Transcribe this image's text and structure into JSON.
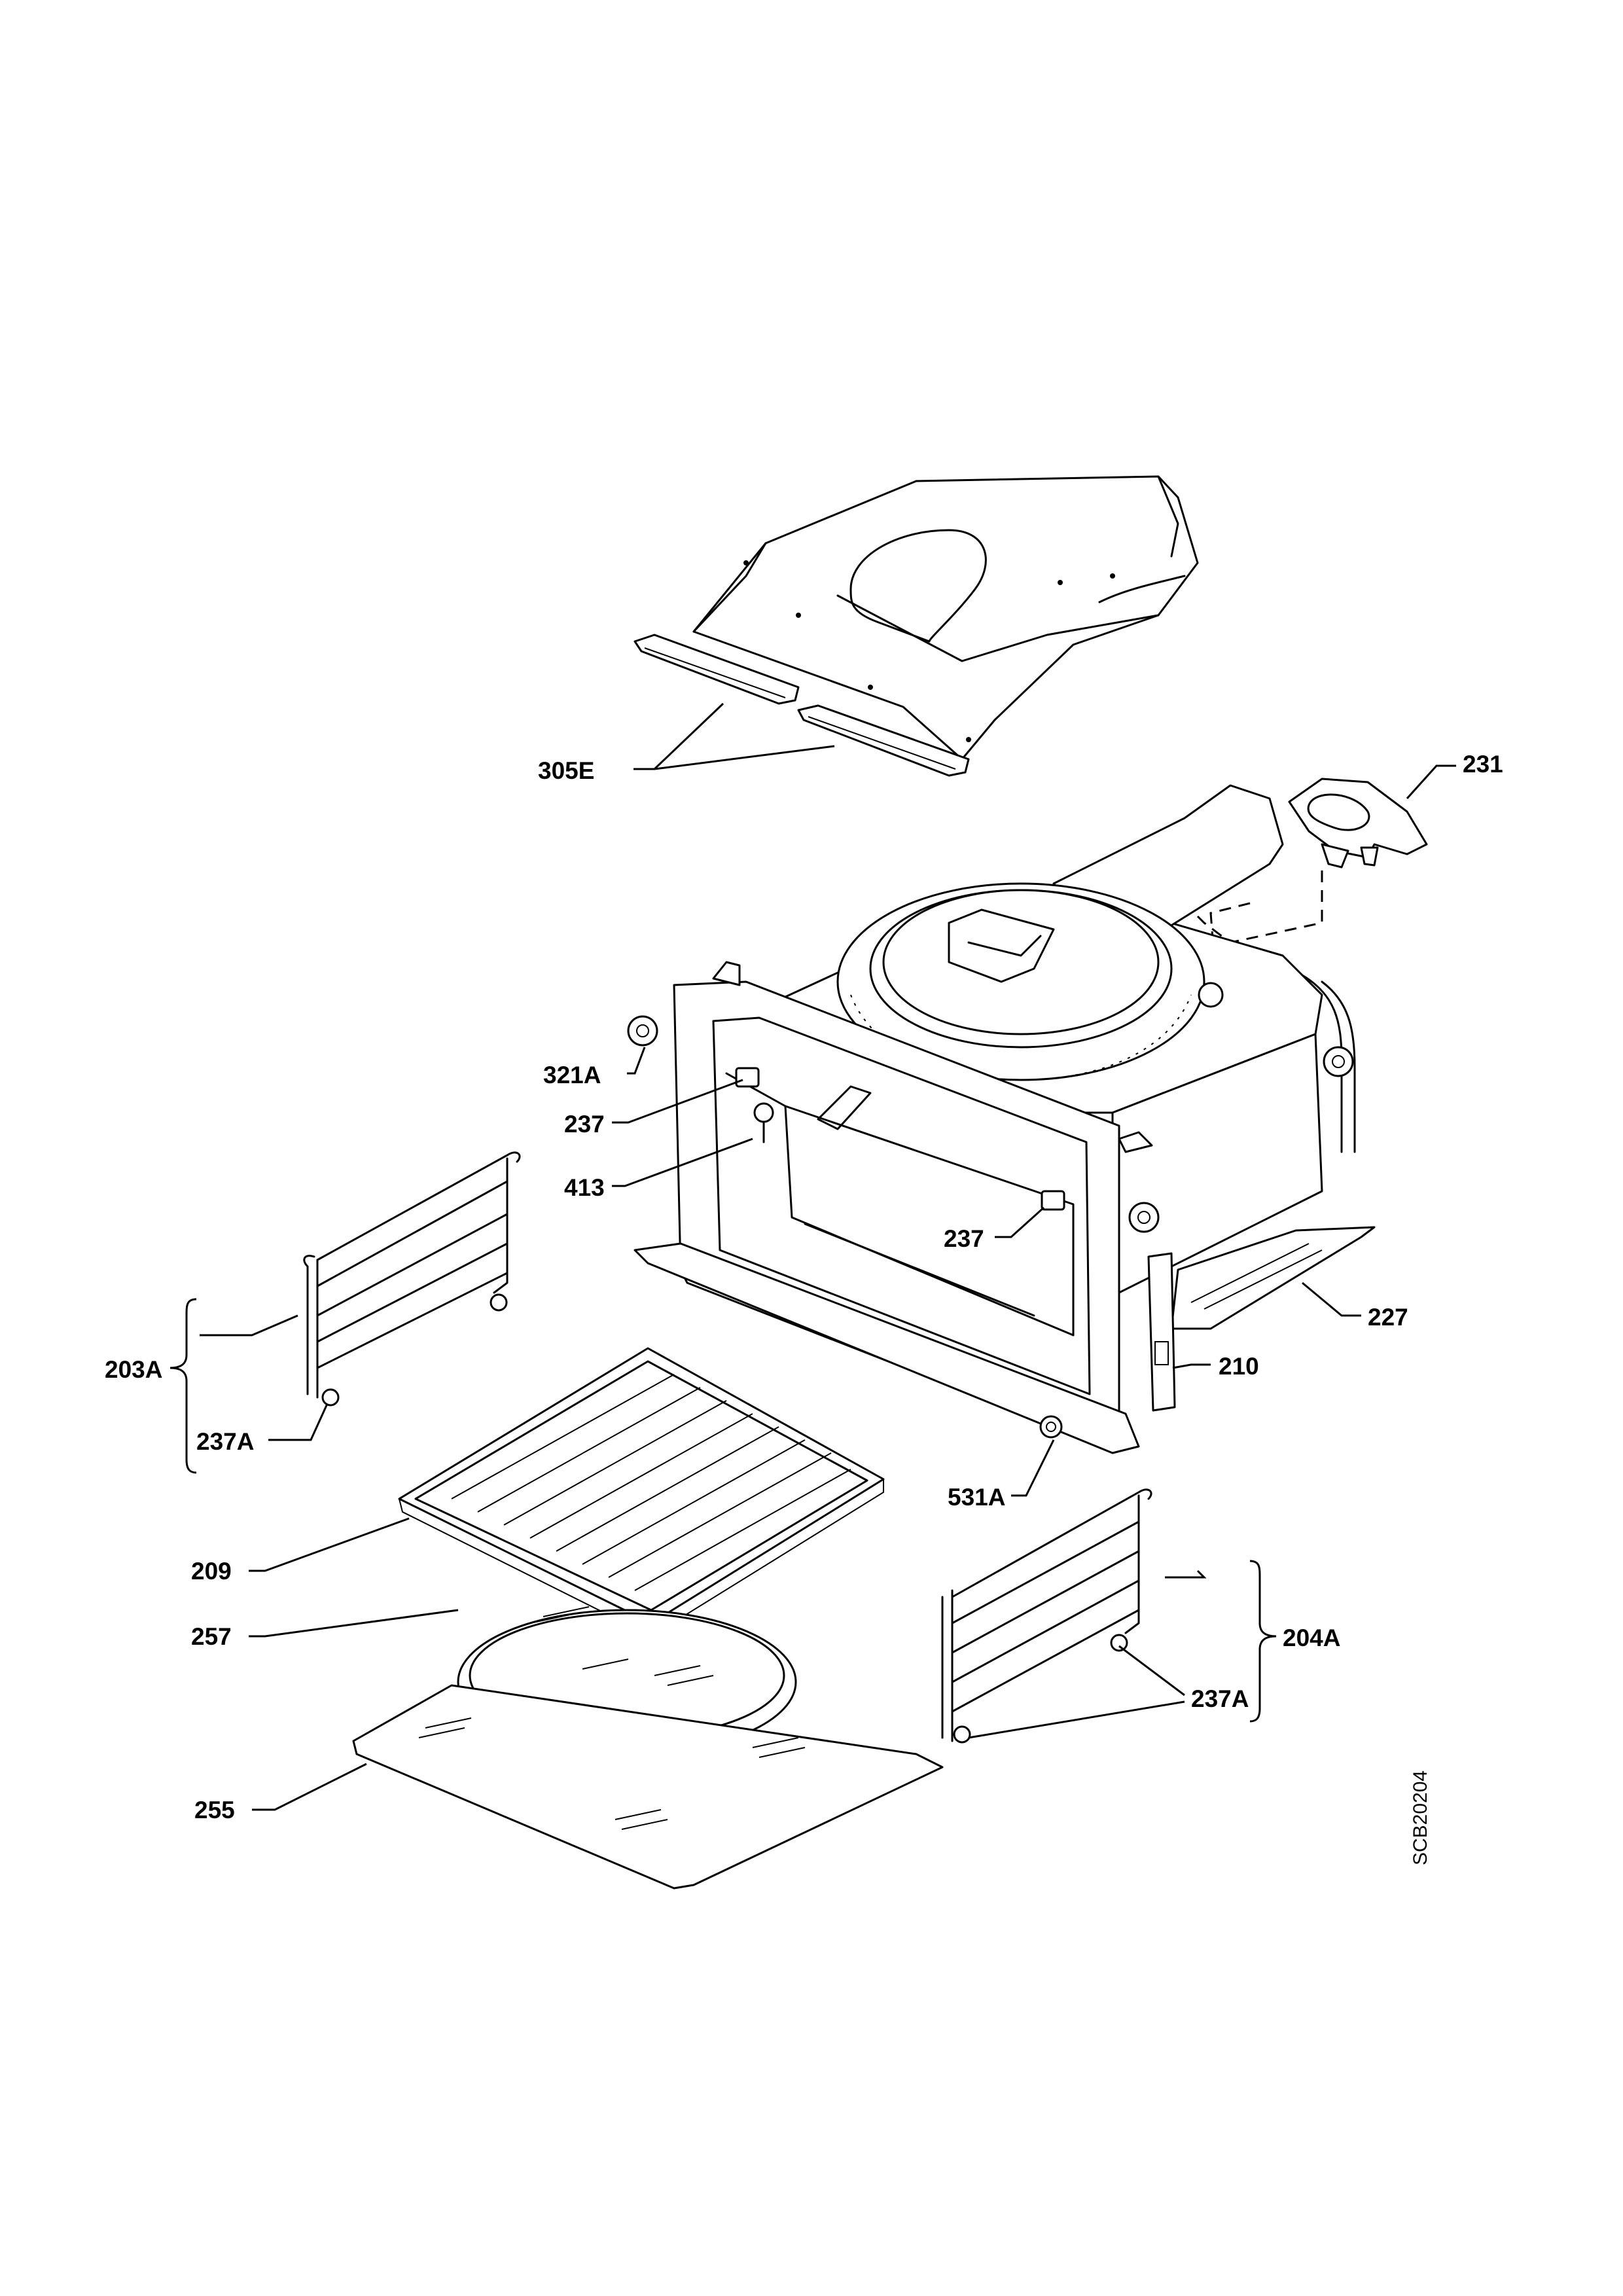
{
  "labels": {
    "l305E": "305E",
    "l231": "231",
    "l321A": "321A",
    "l237a": "237",
    "l413": "413",
    "l237b": "237",
    "l227": "227",
    "l210": "210",
    "l203A": "203A",
    "l237Aa": "237A",
    "l531A": "531A",
    "l209": "209",
    "l257": "257",
    "l204A": "204A",
    "l237Ab": "237A",
    "l255": "255"
  },
  "drawing_code": "SCB20204"
}
